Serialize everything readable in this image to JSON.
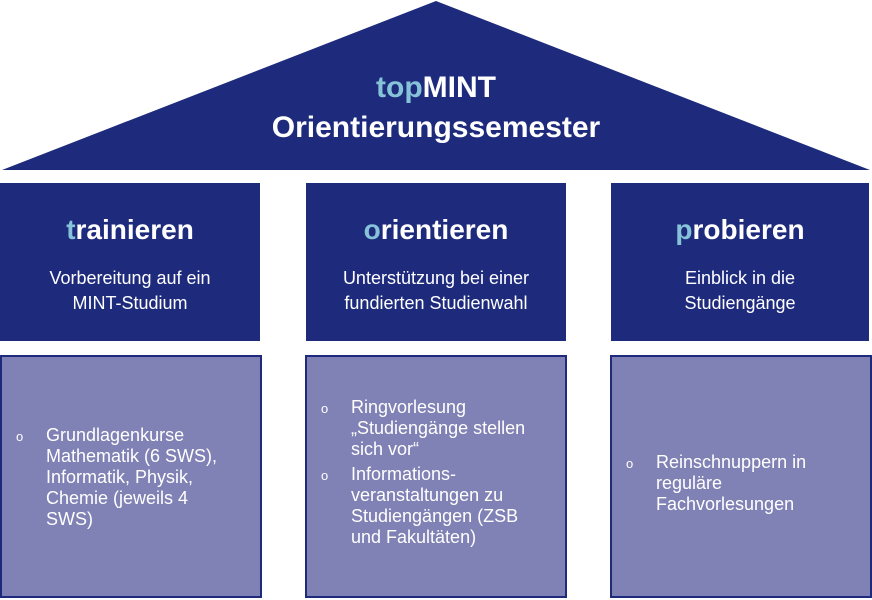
{
  "roof": {
    "accent_text": "top",
    "title_rest": "MINT",
    "subtitle": "Orientierungssemester"
  },
  "colors": {
    "navy": "#1e2b7d",
    "lavender": "#8081b4",
    "accent": "#86c3d8",
    "text": "#ffffff"
  },
  "pillars": [
    {
      "head_accent": "t",
      "head_rest": "rainieren",
      "sub_lines": [
        "Vorbereitung auf ein",
        "MINT-Studium"
      ]
    },
    {
      "head_accent": "o",
      "head_rest": "rientieren",
      "sub_lines": [
        "Unterstützung bei einer",
        "fundierten Studienwahl"
      ]
    },
    {
      "head_accent": "p",
      "head_rest": "robieren",
      "sub_lines": [
        "Einblick in die",
        "Studiengänge"
      ]
    }
  ],
  "boxes": [
    {
      "items": [
        {
          "bullet": "o",
          "lines": [
            "Grundlagenkurse",
            "Mathematik (6 SWS),",
            "Informatik, Physik,",
            "Chemie (jeweils 4",
            "SWS)"
          ]
        }
      ]
    },
    {
      "items": [
        {
          "bullet": "o",
          "lines": [
            "Ringvorlesung",
            "„Studiengänge stellen",
            "sich vor“"
          ]
        },
        {
          "bullet": "o",
          "lines": [
            "Informations-",
            "veranstaltungen zu",
            "Studiengängen (ZSB",
            "und Fakultäten)"
          ]
        }
      ]
    },
    {
      "items": [
        {
          "bullet": "o",
          "lines": [
            "Reinschnuppern in",
            "reguläre",
            "Fachvorlesungen"
          ]
        }
      ]
    }
  ]
}
